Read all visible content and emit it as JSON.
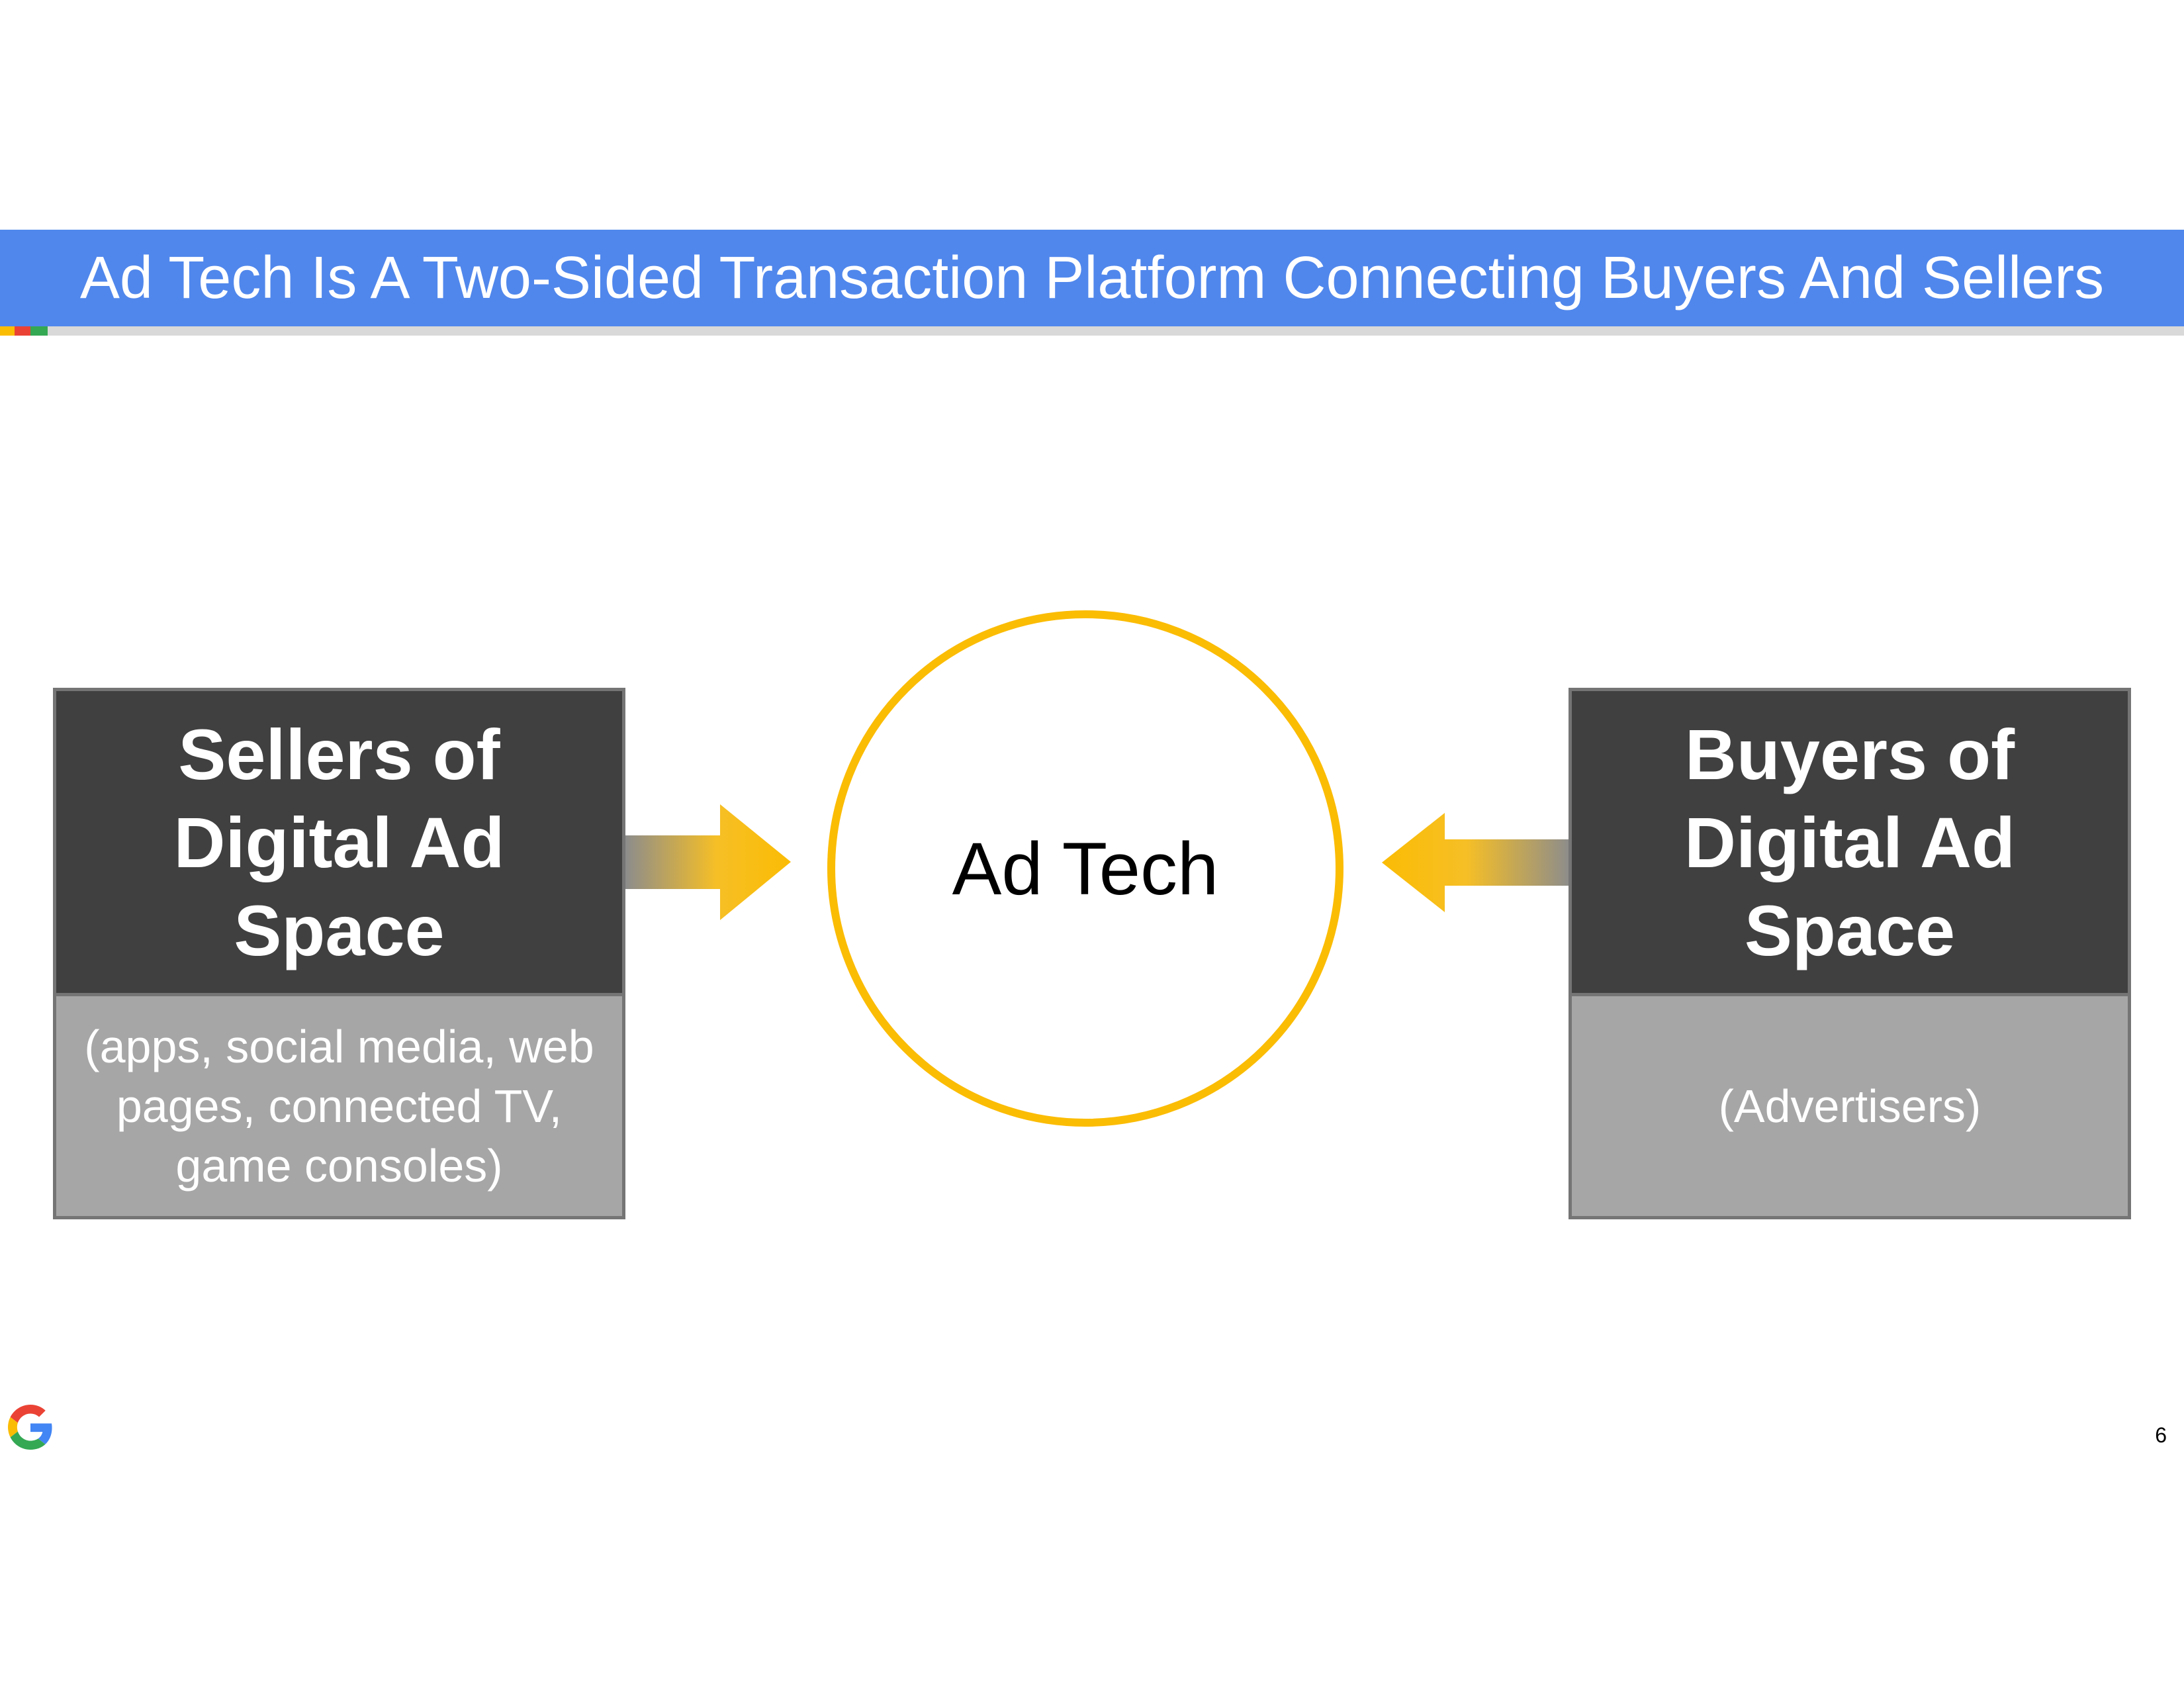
{
  "header": {
    "title": "Ad Tech Is A Two-Sided Transaction Platform Connecting Buyers And Sellers"
  },
  "diagram": {
    "sellers": {
      "heading": "Sellers of\nDigital Ad\nSpace",
      "subtext": "(apps, social media, web\npages, connected TV,\ngame consoles)"
    },
    "center": {
      "label": "Ad Tech"
    },
    "buyers": {
      "heading": "Buyers of\nDigital Ad\nSpace",
      "subtext": "(Advertisers)"
    }
  },
  "footer": {
    "page_number": "6",
    "logo_icon": "google-g-icon"
  },
  "colors": {
    "title_bar": "#5087ec",
    "box_head": "#404040",
    "box_foot": "#a6a6a6",
    "circle_stroke": "#fbbc04",
    "arrow": "#fbbc04"
  }
}
